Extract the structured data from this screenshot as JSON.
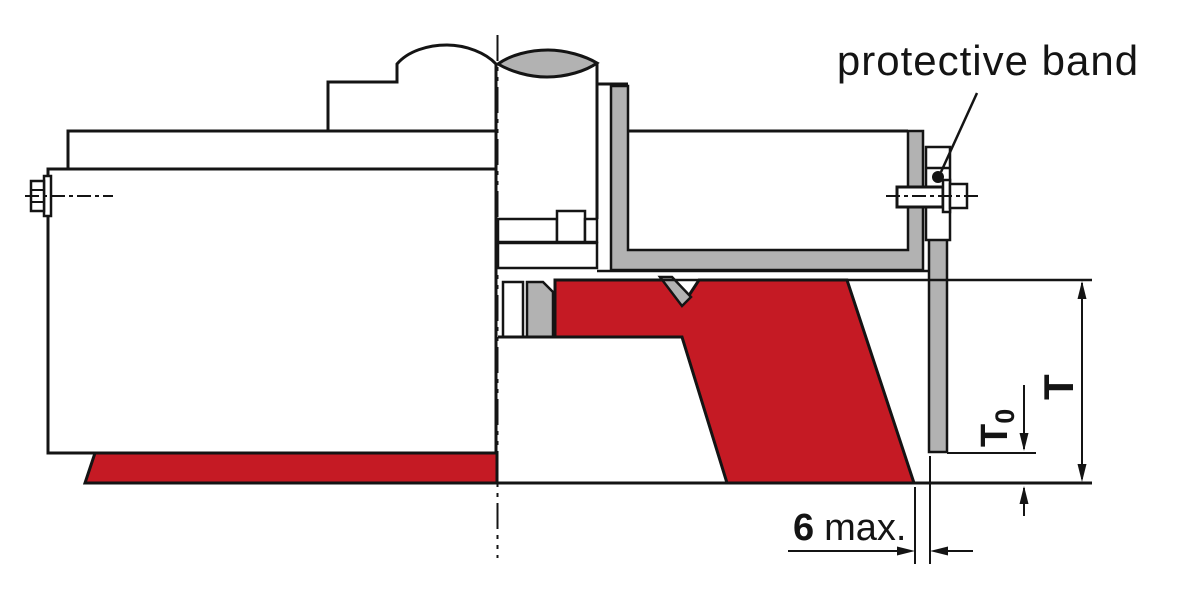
{
  "diagram": {
    "title_hint": "cutterhead cross-section with protective band",
    "callout": {
      "protective_band": "protective band"
    },
    "dimensions": {
      "T": {
        "label": "T"
      },
      "T0": {
        "main": "T",
        "sub": "0"
      },
      "gap": {
        "value": "6",
        "unit": "max."
      }
    }
  },
  "colors": {
    "line": "#141414",
    "red": "#c51a24",
    "gray": "#b2b2b2",
    "bg": "#ffffff"
  }
}
